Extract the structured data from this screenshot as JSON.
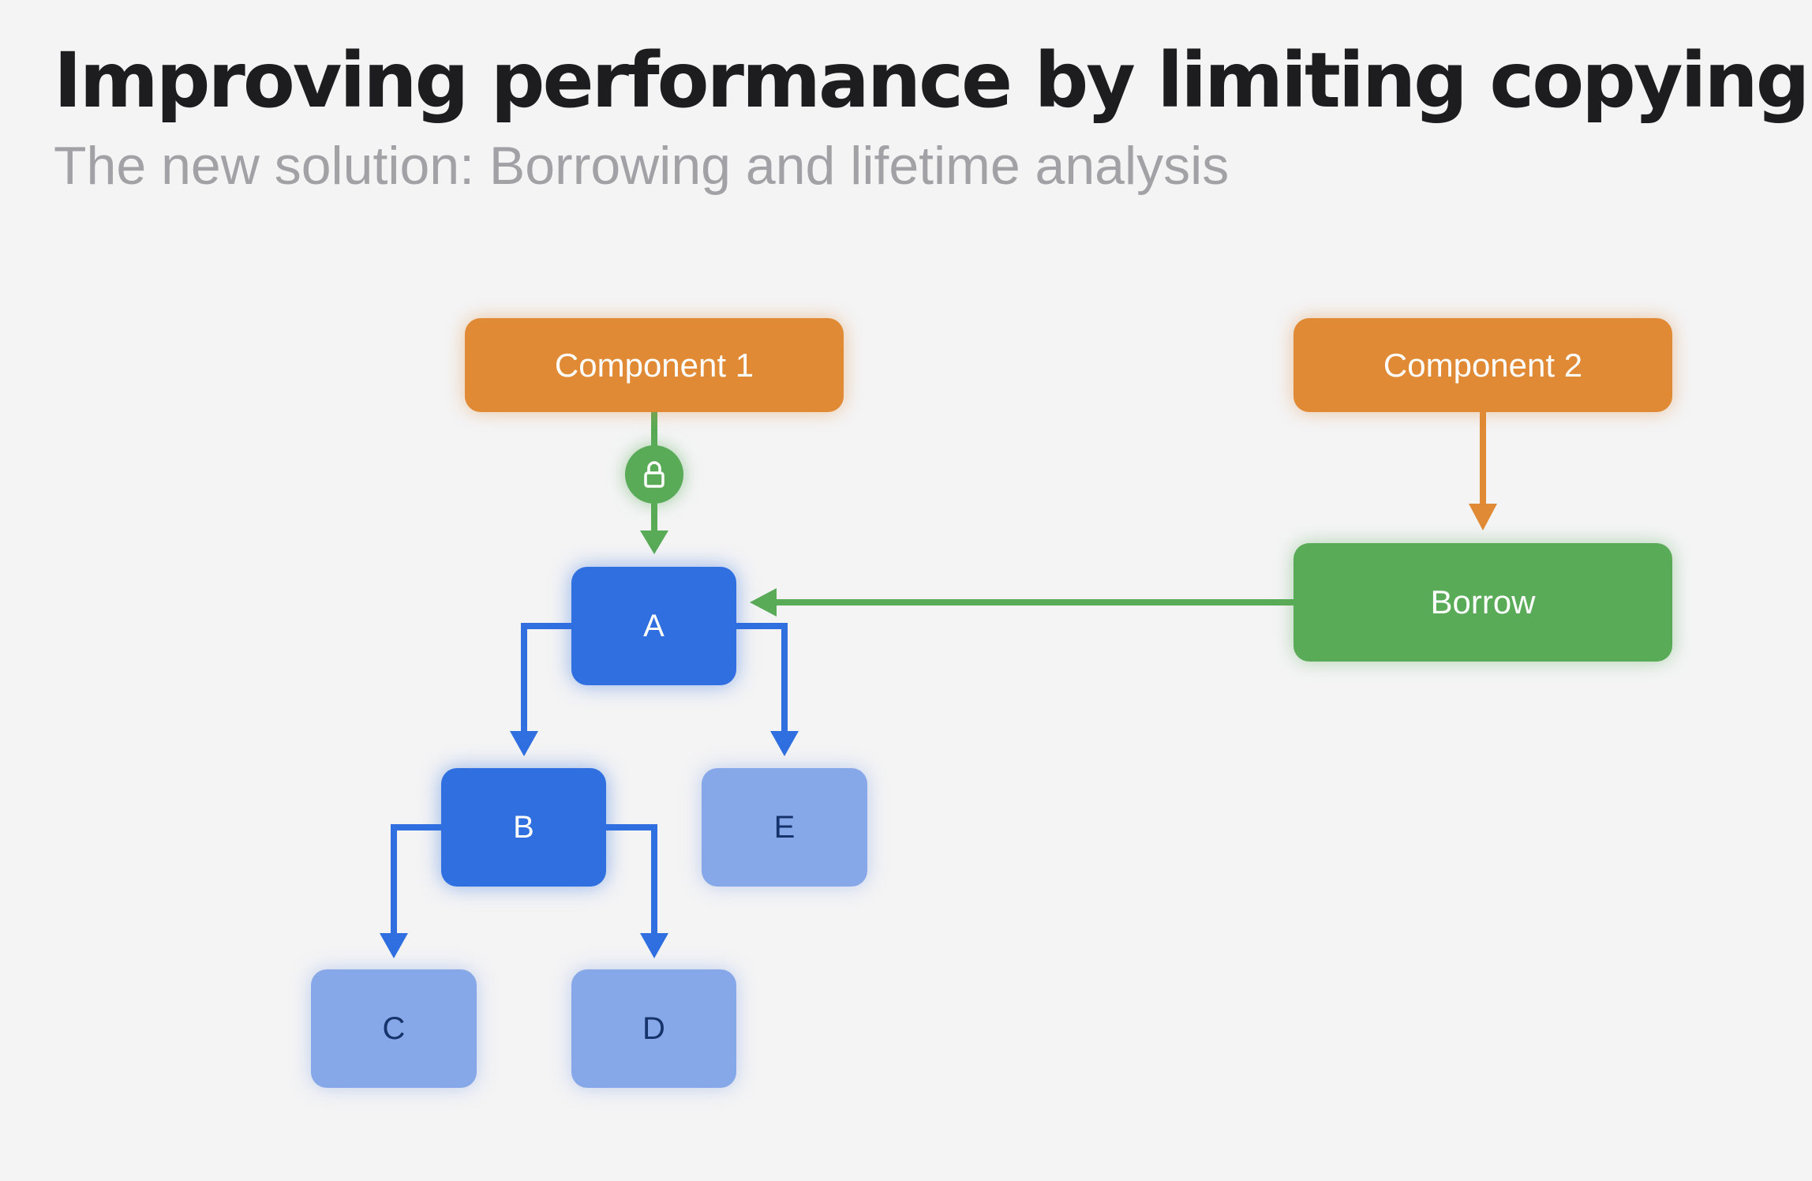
{
  "title": "Improving performance by limiting copying",
  "subtitle": "The new solution: Borrowing and lifetime analysis",
  "nodes": {
    "component1": "Component 1",
    "component2": "Component 2",
    "borrow": "Borrow",
    "a": "A",
    "b": "B",
    "c": "C",
    "d": "D",
    "e": "E"
  },
  "icons": {
    "lock": "lock-icon"
  },
  "colors": {
    "background": "#f4f4f5",
    "orange": "#e08a35",
    "green": "#59ab57",
    "blue_strong": "#2f6fe0",
    "blue_light": "#87a8e8",
    "title": "#1d1d1f",
    "subtitle": "#a2a2a6"
  }
}
